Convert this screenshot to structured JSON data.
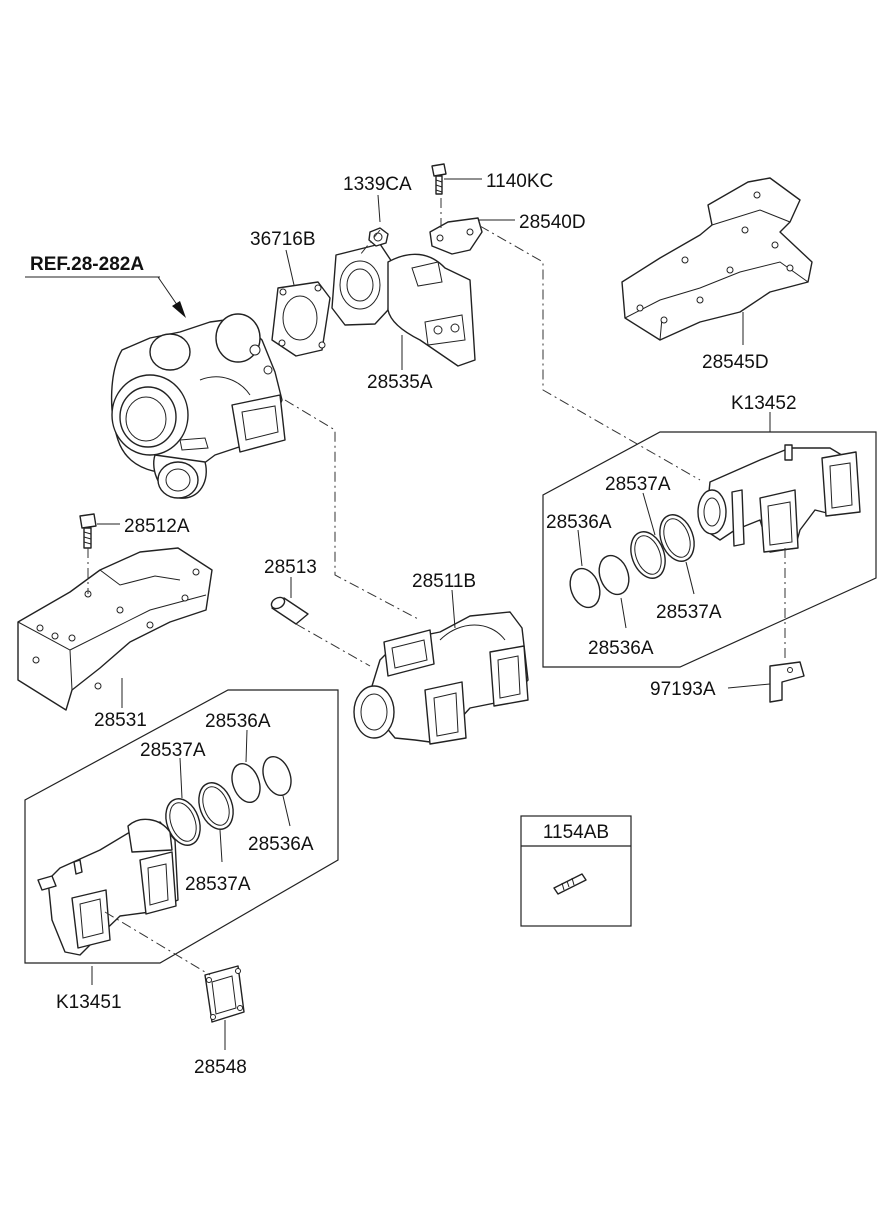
{
  "diagram": {
    "reference_label": "REF.28-282A",
    "part_labels": {
      "p1339CA": "1339CA",
      "p1140KC": "1140KC",
      "p28540D": "28540D",
      "p36716B": "36716B",
      "p28545D": "28545D",
      "p28535A": "28535A",
      "pK13452": "K13452",
      "p28537A_1": "28537A",
      "p28536A_1": "28536A",
      "p28512A": "28512A",
      "p28513": "28513",
      "p28511B": "28511B",
      "p28537A_2": "28537A",
      "p28536A_2": "28536A",
      "p28531": "28531",
      "p97193A": "97193A",
      "p28536A_3": "28536A",
      "p28537A_3": "28537A",
      "p28536A_4": "28536A",
      "p28537A_4": "28537A",
      "p1154AB": "1154AB",
      "pK13451": "K13451",
      "p28548": "28548"
    }
  }
}
